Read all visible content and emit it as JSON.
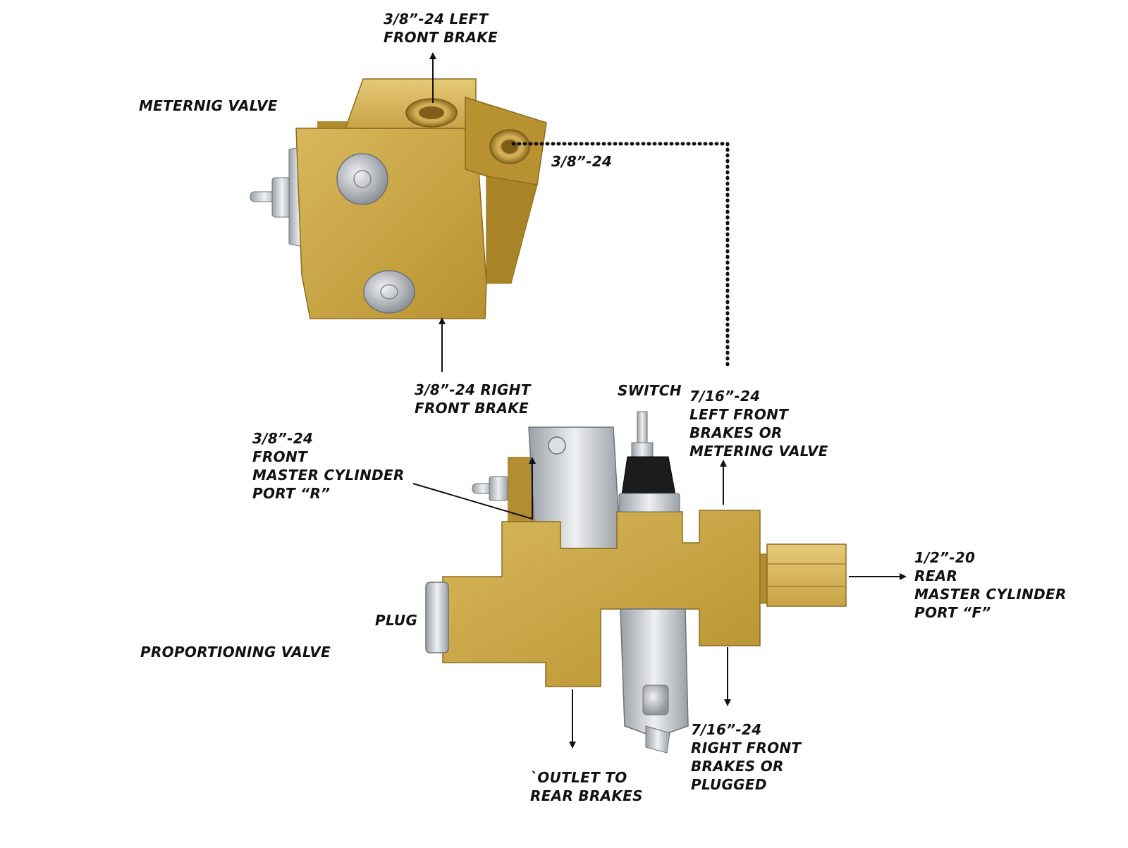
{
  "labels": {
    "metering_valve": "METERNIG VALVE",
    "proportioning_valve": "PROPORTIONING VALVE",
    "left_front_brake": [
      "3/8”-24 LEFT",
      "FRONT BRAKE"
    ],
    "metering_side_port": "3/8”-24",
    "right_front_brake": [
      "3/8”-24 RIGHT",
      "FRONT BRAKE"
    ],
    "switch": "SWITCH",
    "left_front_or_metering": [
      "7/16”-24",
      "LEFT FRONT",
      "BRAKES OR",
      "METERING VALVE"
    ],
    "front_master_cylinder": [
      "3/8”-24",
      "FRONT",
      "MASTER CYLINDER",
      "PORT “R”"
    ],
    "rear_master_cylinder": [
      "1/2”-20",
      "REAR",
      "MASTER CYLINDER",
      "PORT “F”"
    ],
    "plug": "PLUG",
    "outlet_rear": [
      "`OUTLET TO",
      "REAR BRAKES"
    ],
    "right_front_or_plugged": [
      "7/16”-24",
      "RIGHT FRONT",
      "BRAKES OR",
      "PLUGGED"
    ]
  },
  "colors": {
    "brass": "#c9a347",
    "brass_dark": "#9c7a2a",
    "brass_light": "#e3c678",
    "steel": "#c8ccd0",
    "text": "#111111"
  }
}
